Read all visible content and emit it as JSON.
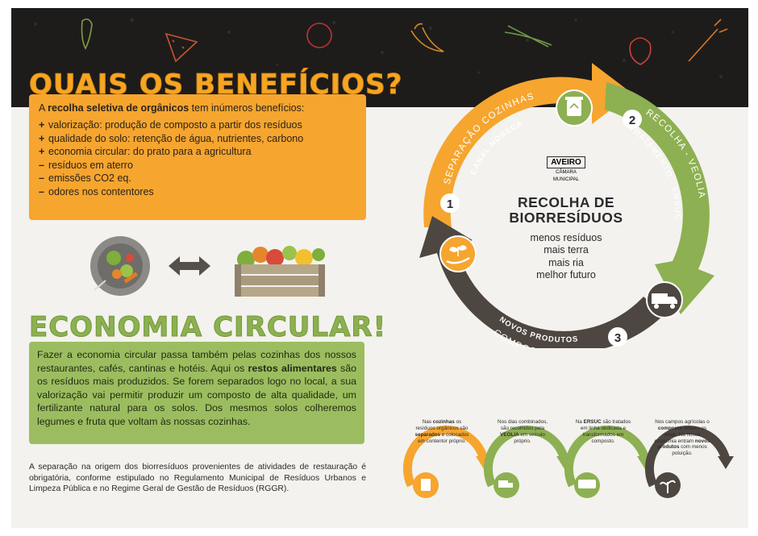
{
  "colors": {
    "orange": "#f6a52f",
    "green": "#8db052",
    "brown": "#4e4640",
    "soil": "#1e1c1a",
    "background": "#f3f2ee"
  },
  "benefits": {
    "title": "QUAIS OS BENEFÍCIOS?",
    "intro_before": "A ",
    "intro_bold": "recolha seletiva de orgânicos",
    "intro_after": " tem inúmeros benefícios:",
    "items": [
      {
        "marker": "+",
        "text": "valorização: produção de composto a partir dos resíduos"
      },
      {
        "marker": "+",
        "text": "qualidade do solo: retenção de água, nutrientes, carbono"
      },
      {
        "marker": "+",
        "text": "economia circular: do prato para a agricultura"
      },
      {
        "marker": "–",
        "text": "resíduos em aterro"
      },
      {
        "marker": "–",
        "text": "emissões CO2 eq."
      },
      {
        "marker": "–",
        "text": "odores nos contentores"
      }
    ]
  },
  "economy": {
    "title": "ECONOMIA CIRCULAR!",
    "text_before": "Fazer a economia circular passa também pelas cozinhas dos nossos restaurantes, cafés, cantinas e hotéis. Aqui os ",
    "text_bold": "restos alimentares",
    "text_after": " são os resíduos mais produzidos. Se forem separados logo no local, a sua valorização vai permitir produzir um composto de alta qualidade, um fertilizante natural para os solos. Dos mesmos solos colheremos legumes e fruta que voltam às nossas cozinhas."
  },
  "note": "A separação na origem dos biorresíduos provenientes de atividades de restauração é obrigatória, conforme estipulado no Regulamento Municipal de Resíduos Urbanos e Limpeza Pública e no Regime Geral de Gestão de Resíduos (RGGR).",
  "cycle": {
    "brand_name": "AVEIRO",
    "brand_sub1": "CÂMARA",
    "brand_sub2": "MUNICIPAL",
    "title_line1": "RECOLHA DE",
    "title_line2": "BIORRESÍDUOS",
    "slogan": [
      "menos resíduos",
      "mais terra",
      "mais ria",
      "melhor futuro"
    ],
    "stages": [
      {
        "number": "1",
        "label": "SEPARAÇÃO COZINHAS",
        "sublabel": "CANAL HORECA"
      },
      {
        "number": "2",
        "label": "RECOLHA - VEOLIA",
        "sublabel": "TRATAMENTO - ERSUC"
      },
      {
        "number": "3",
        "label": "COMPOSTO",
        "sublabel": "NOVOS PRODUTOS"
      }
    ]
  },
  "steps": [
    {
      "a": "Nas ",
      "b": "cozinhas",
      "c": " os resíduos orgânicos são ",
      "d": "separados",
      "e": " e colocados em contentor próprio."
    },
    {
      "a": "Nos dias combinados, são recolhidos pela ",
      "b": "VEOLIA",
      "c": " em veículo próprio.",
      "d": "",
      "e": ""
    },
    {
      "a": "Na ",
      "b": "ERSUC",
      "c": " são tratados em linha dedicada e transformados em composto.",
      "d": "",
      "e": ""
    },
    {
      "a": "Nos campos agrícolas o ",
      "b": "composto",
      "c": " fertiliza os solos. Na nossa economia entram ",
      "d": "novos produtos",
      "e": " com menos poluição."
    }
  ]
}
